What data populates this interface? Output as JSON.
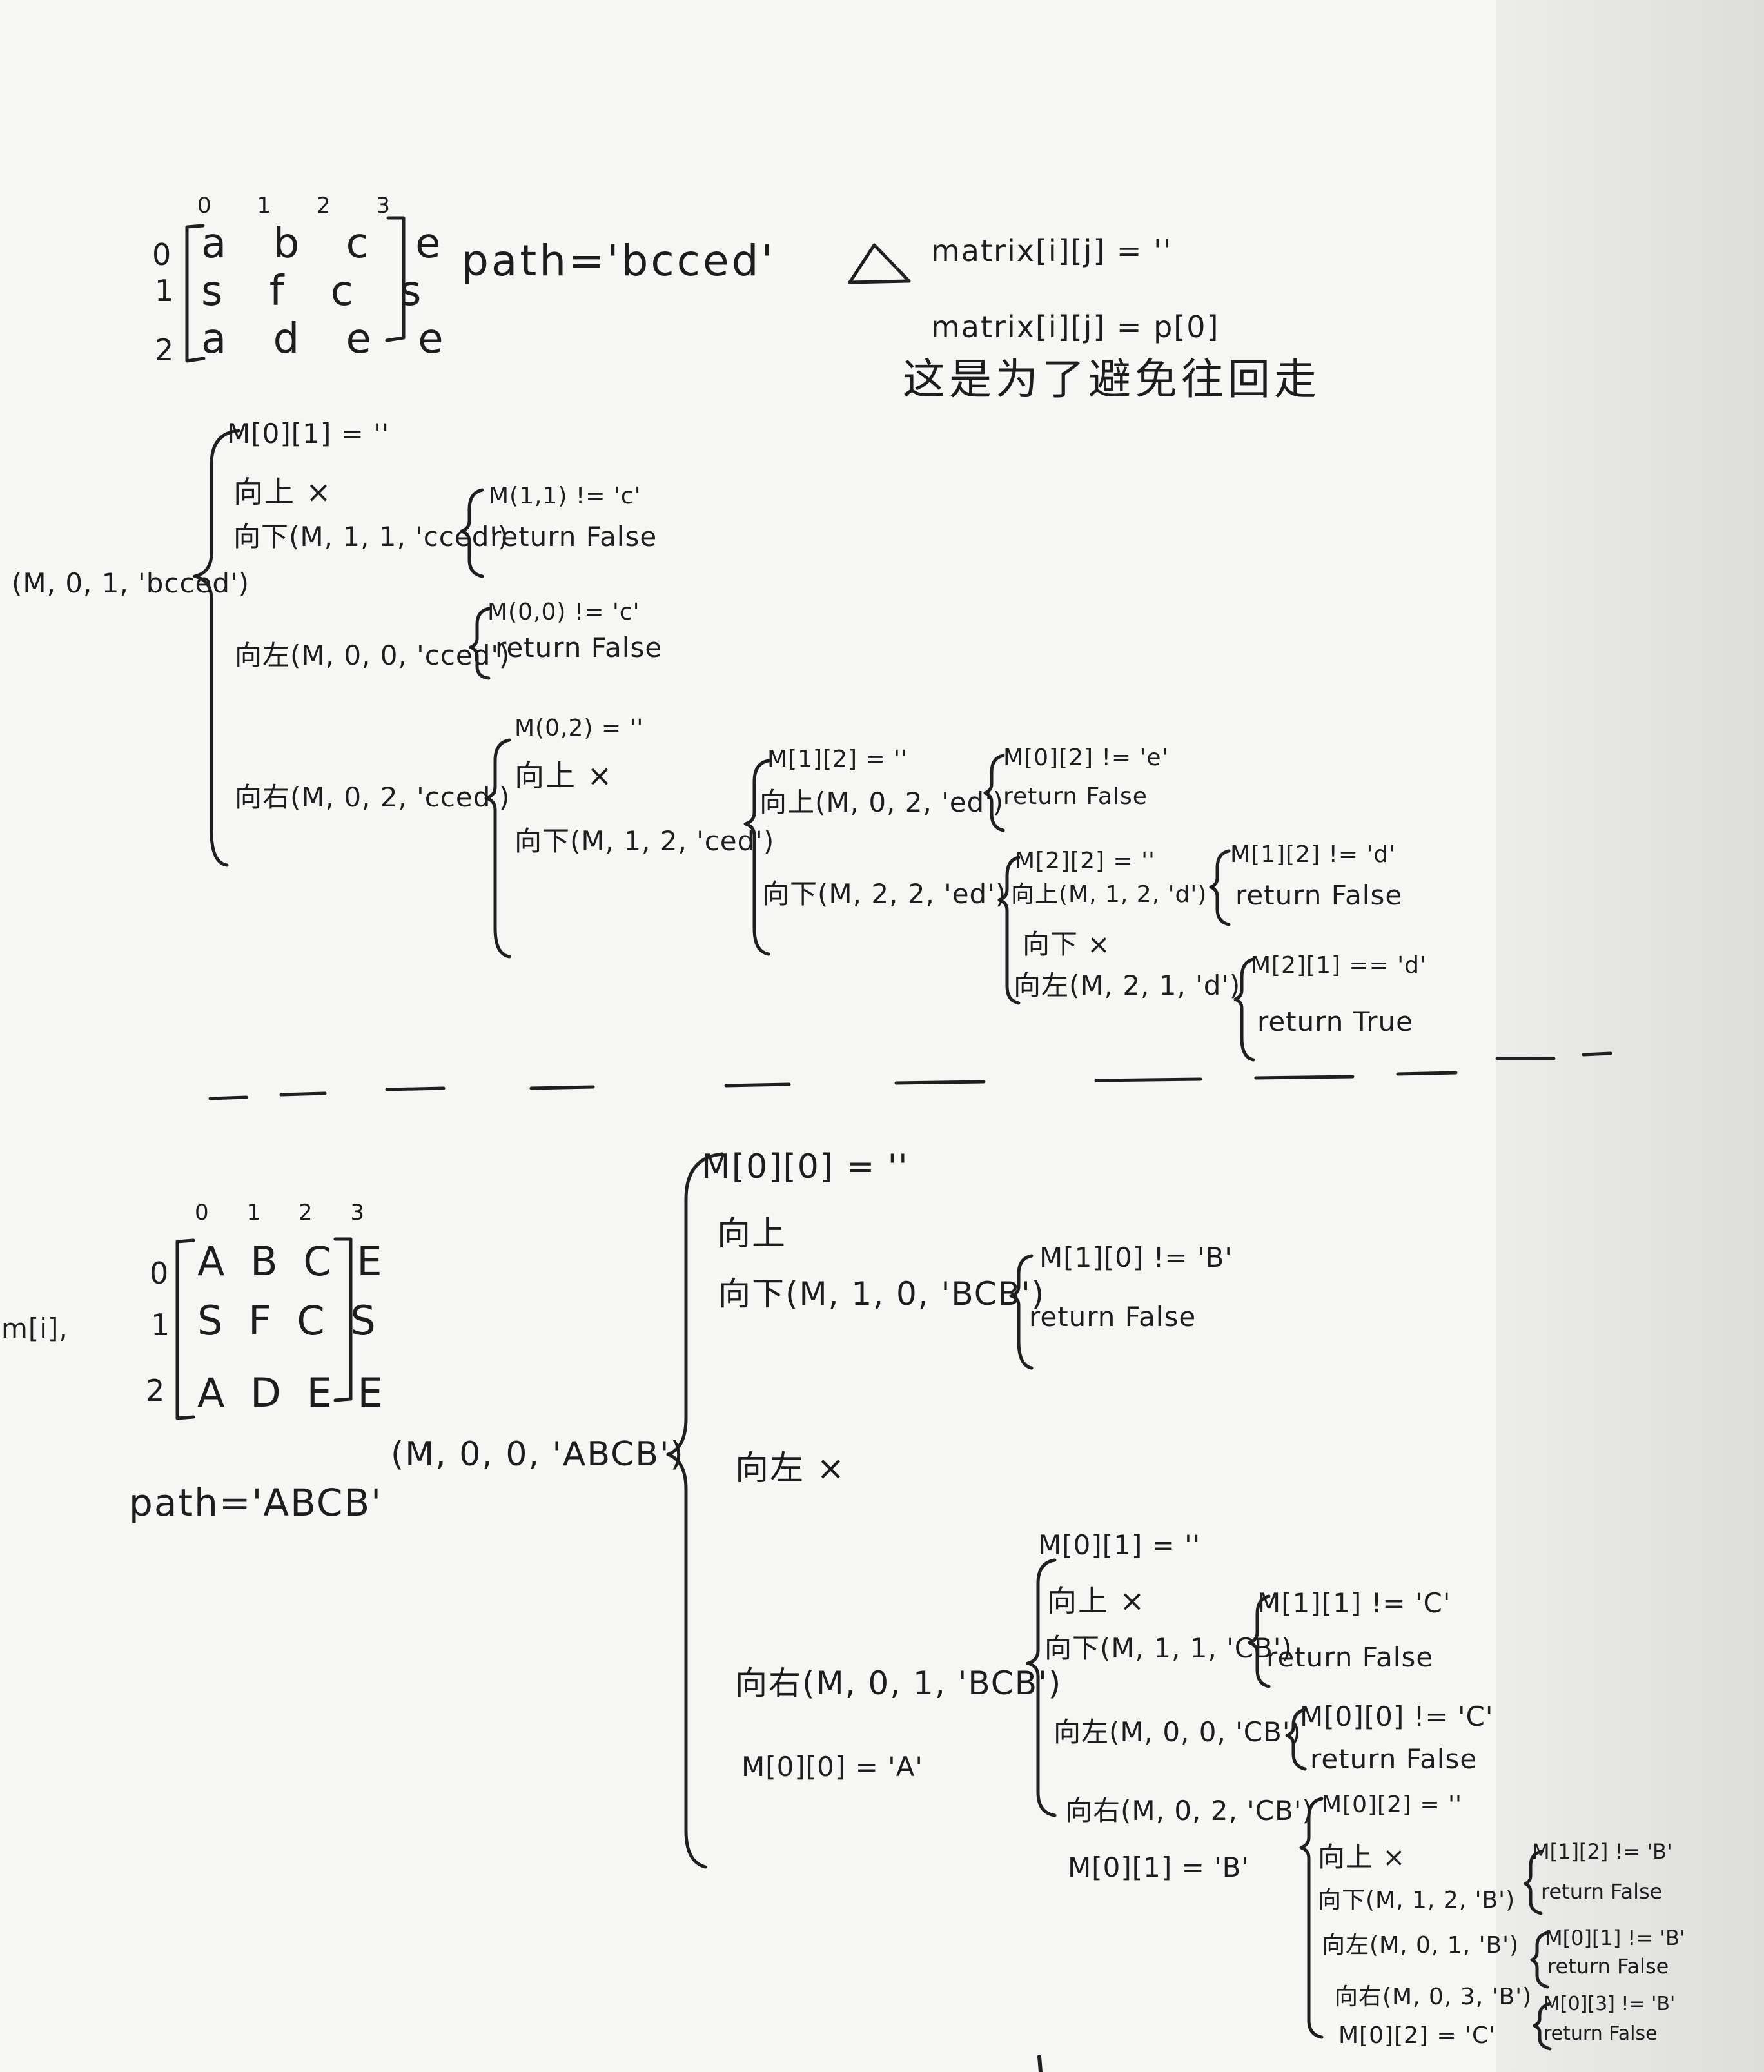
{
  "top": {
    "col_index": "0 1 2 3",
    "row_index": [
      "0",
      "1",
      "2"
    ],
    "matrix_rows": [
      "a b c e",
      "s f c s",
      "a d e e"
    ],
    "path": "path='bcced'"
  },
  "note": {
    "lines": [
      "matrix[i][j] = ''",
      "matrix[i][j] = p[0]",
      "这是为了避免往回走"
    ]
  },
  "tree1": {
    "root": "(M, 0, 1, 'bcced')",
    "branches": [
      "M[0][1] = ''",
      "向上 ×",
      "向下(M, 1, 1, 'cced')",
      "向左(M, 0, 0, 'cced')",
      "向右(M, 0, 2, 'cced')"
    ],
    "down_result": [
      "M(1,1) != 'c'",
      "return False"
    ],
    "left_result": [
      "M(0,0) != 'c'",
      "return False"
    ],
    "right_branch": [
      "M(0,2) = ''",
      "向上 ×",
      "向下(M, 1, 2, 'ced')"
    ],
    "ced_branch": [
      "M[1][2] = ''",
      "向上(M, 0, 2, 'ed')",
      "向下(M, 2, 2, 'ed')"
    ],
    "up_ed_result": [
      "M[0][2] != 'e'",
      "return False"
    ],
    "down_ed_branch": [
      "M[2][2] = ''",
      "向上(M, 1, 2, 'd')",
      "向下 ×",
      "向左(M, 2, 1, 'd')"
    ],
    "up_d_result": [
      "M[1][2] != 'd'",
      "return False"
    ],
    "left_d_result": [
      "M[2][1] == 'd'",
      "return True"
    ]
  },
  "bottom": {
    "label": "m[i],",
    "col_index": "0 1 2 3",
    "row_index": [
      "0",
      "1",
      "2"
    ],
    "matrix_rows": [
      "A B C E",
      "S F C S",
      "A D E E"
    ],
    "path": "path='ABCB'"
  },
  "tree2": {
    "root": "(M, 0, 0, 'ABCB')",
    "branches": [
      "M[0][0] = ''",
      "向上",
      "向下(M, 1, 0, 'BCB')",
      "向左 ×",
      "向右(M, 0, 1, 'BCB')",
      "M[0][0] = 'A'"
    ],
    "down_result": [
      "M[1][0] != 'B'",
      "return False"
    ],
    "right_branch": [
      "M[0][1] = ''",
      "向上 ×",
      "向下(M, 1, 1, 'CB')",
      "向左(M, 0, 0, 'CB')",
      "向右(M, 0, 2, 'CB')",
      "M[0][1] = 'B'"
    ],
    "cb_down_result": [
      "M[1][1] != 'C'",
      "return False"
    ],
    "cb_left_result": [
      "M[0][0] != 'C'",
      "return False"
    ],
    "cb_right_branch": [
      "M[0][2] = ''",
      "向上 ×",
      "向下(M, 1, 2, 'B')",
      "向左(M, 0, 1, 'B')",
      "向右(M, 0, 3, 'B')",
      "M[0][2] = 'C'"
    ],
    "b_down_result": [
      "M[1][2] != 'B'",
      "return False"
    ],
    "b_left_result": [
      "M[0][1] != 'B'",
      "return False"
    ],
    "b_right_result": [
      "M[0][3] != 'B'",
      "return False"
    ]
  }
}
